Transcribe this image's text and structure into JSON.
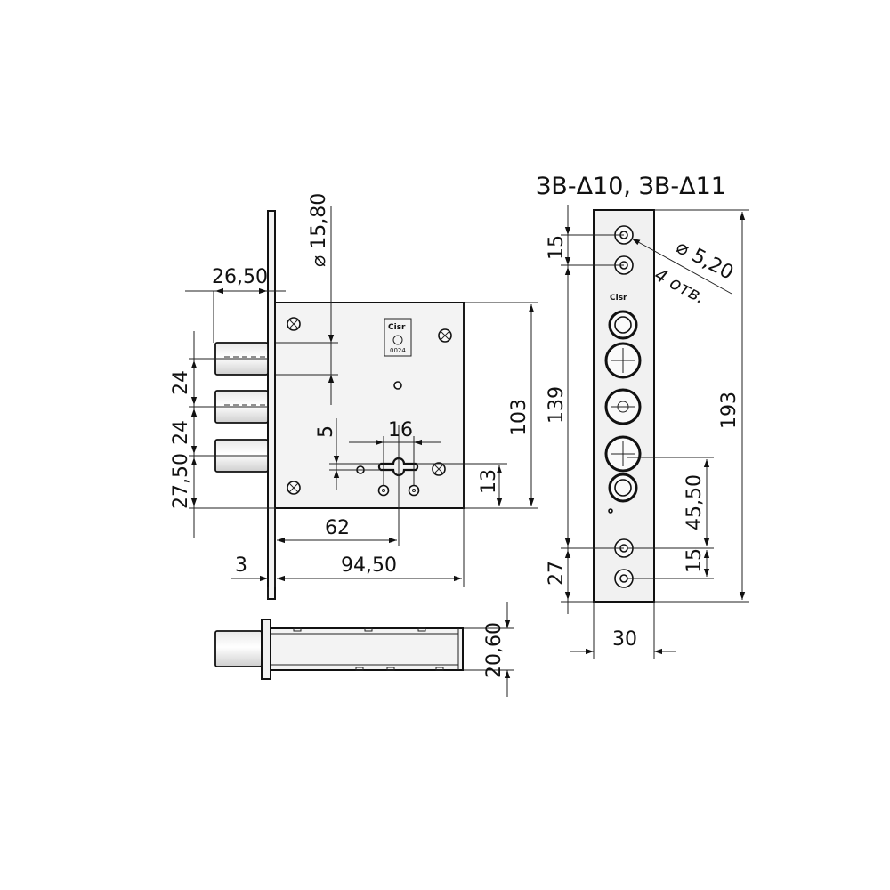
{
  "title": "ЗВ-Δ10, ЗВ-Δ11",
  "dimensions": {
    "bolt_offset": "26,50",
    "diam_15_80": "15,80",
    "bolt_spacing_1": "24",
    "bolt_spacing_2": "24",
    "bolt_to_bottom": "27,50",
    "keyhole_height": "5",
    "keyhole_width": "16",
    "body_height": "103",
    "hole_to_bottom": "13",
    "center_distance": "62",
    "plate_thickness": "3",
    "body_width": "94,50",
    "case_thickness": "20,60",
    "plate_top_hole": "15",
    "plate_inner_height": "139",
    "plate_total_height": "193",
    "plate_lower_offset": "45,50",
    "plate_lower_hole": "15",
    "plate_bottom": "27",
    "plate_width": "30",
    "screw_hole_diam": "5,20",
    "screw_hole_count": "4 отв."
  },
  "logo": {
    "brand": "Cisr",
    "stamp": "0024"
  }
}
